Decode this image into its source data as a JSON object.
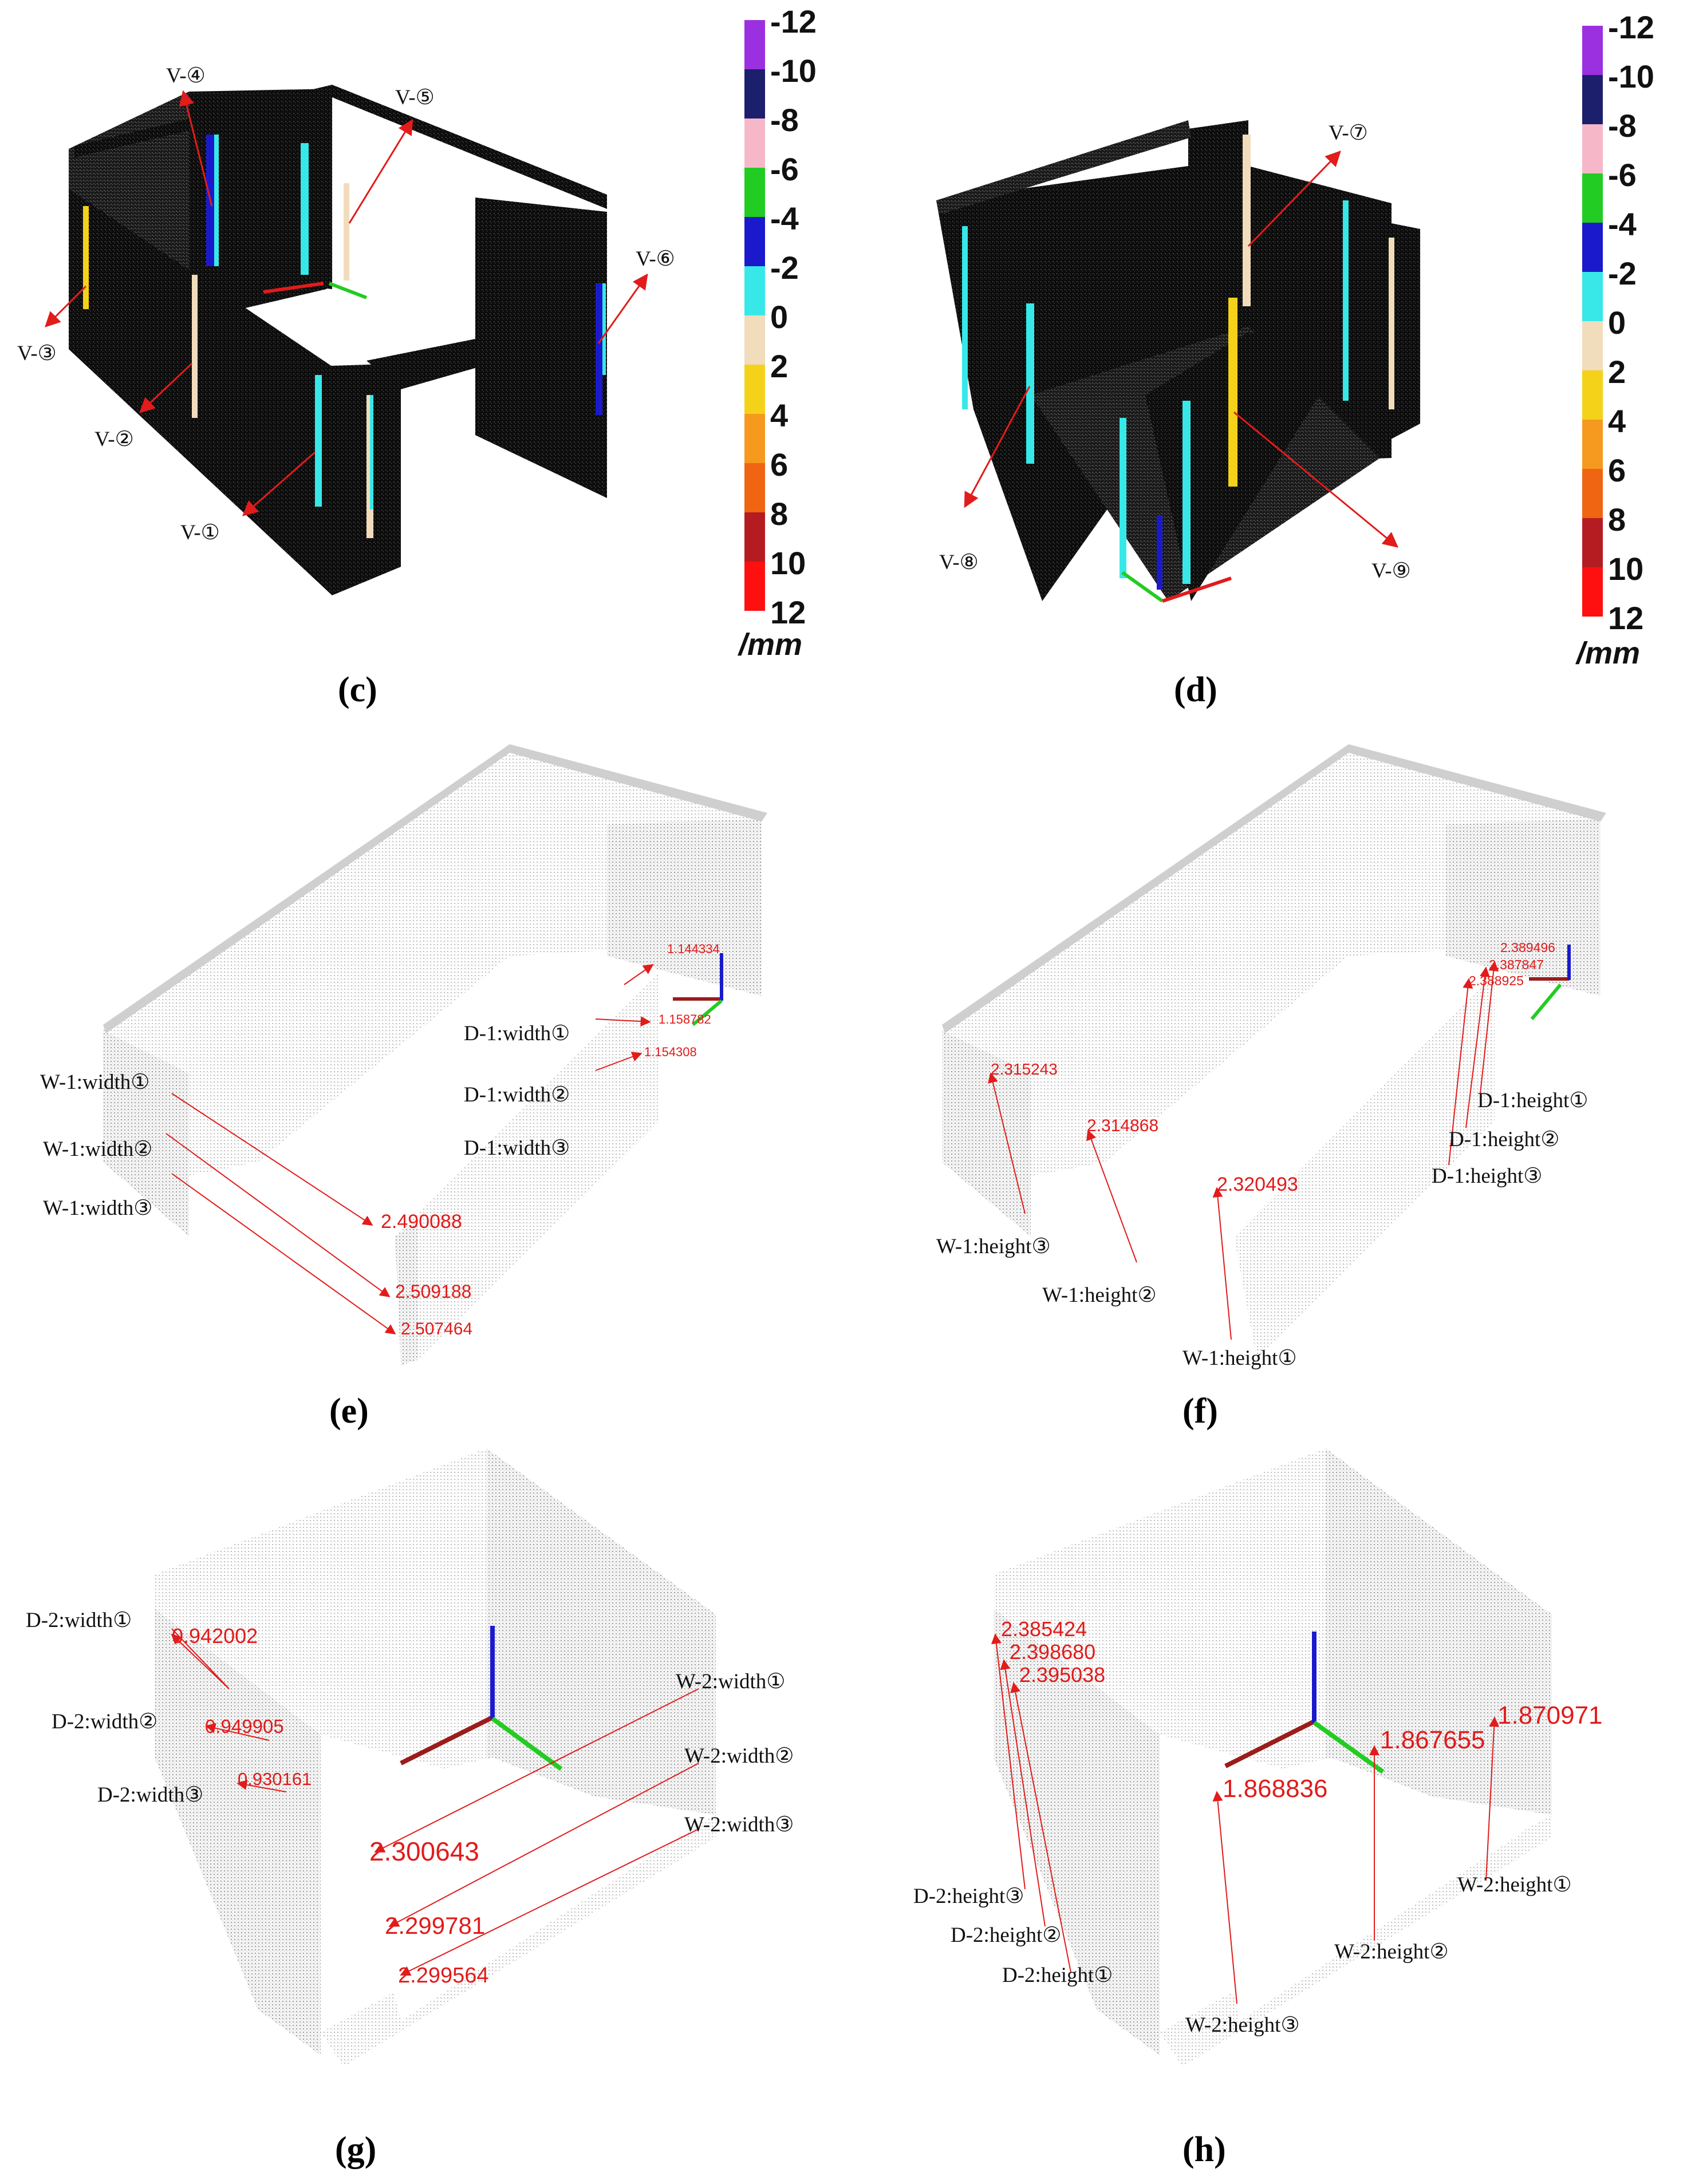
{
  "panel_labels": {
    "c": "(c)",
    "d": "(d)",
    "e": "(e)",
    "f": "(f)",
    "g": "(g)",
    "h": "(h)"
  },
  "colorbar": {
    "ticks": [
      "-12",
      "-10",
      "-8",
      "-6",
      "-4",
      "-2",
      "0",
      "2",
      "4",
      "6",
      "8",
      "10",
      "12"
    ],
    "unit": "/mm",
    "colors": [
      "#9b30e0",
      "#1c1f6b",
      "#f6b8c8",
      "#22cc22",
      "#1a1acc",
      "#38e8e8",
      "#f1dcbc",
      "#f4d21a",
      "#f59a1e",
      "#ef6512",
      "#b51c22",
      "#ff1010"
    ]
  },
  "panel_c": {
    "callouts": [
      "V-①",
      "V-②",
      "V-③",
      "V-④",
      "V-⑤",
      "V-⑥"
    ]
  },
  "panel_d": {
    "callouts": [
      "V-⑦",
      "V-⑧",
      "V-⑨"
    ]
  },
  "panel_e": {
    "callouts": [
      "W-1:width①",
      "W-1:width②",
      "W-1:width③",
      "D-1:width①",
      "D-1:width②",
      "D-1:width③"
    ],
    "values": [
      "2.490088",
      "2.509188",
      "2.507464",
      "1.144334",
      "1.158782",
      "1.154308"
    ]
  },
  "panel_f": {
    "callouts": [
      "W-1:height③",
      "W-1:height②",
      "W-1:height①",
      "D-1:height①",
      "D-1:height②",
      "D-1:height③"
    ],
    "values": [
      "2.315243",
      "2.314868",
      "2.320493",
      "2.389496",
      "2.387847",
      "2.388925"
    ]
  },
  "panel_g": {
    "callouts": [
      "D-2:width①",
      "D-2:width②",
      "D-2:width③",
      "W-2:width①",
      "W-2:width②",
      "W-2:width③"
    ],
    "values": [
      "0.942002",
      "0.949905",
      "0.930161",
      "2.300643",
      "2.299781",
      "2.299564"
    ]
  },
  "panel_h": {
    "callouts": [
      "D-2:height③",
      "D-2:height②",
      "D-2:height①",
      "W-2:height①",
      "W-2:height②",
      "W-2:height③"
    ],
    "values": [
      "2.385424",
      "2.398680",
      "2.395038",
      "1.870971",
      "1.867655",
      "1.868836"
    ]
  },
  "colors": {
    "arrow": "#e21b1b",
    "cloud_dark": "#121212",
    "cloud_light": "#d9d9d9"
  }
}
